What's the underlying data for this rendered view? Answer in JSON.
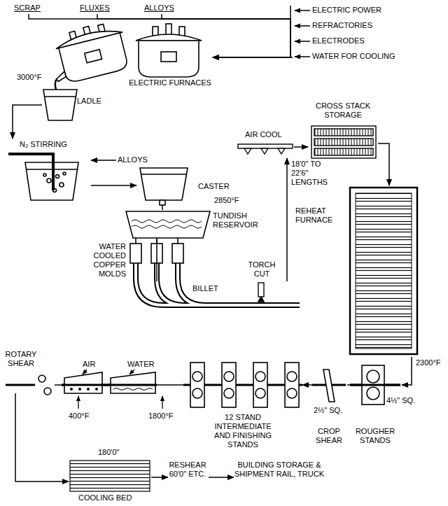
{
  "diagram": {
    "nodes": [
      {
        "text": [
          "SCRAP"
        ]
      },
      {
        "text": [
          "FLUXES"
        ]
      },
      {
        "text": [
          "ALLOYS"
        ]
      },
      {
        "text": [
          "ELECTRIC POWER",
          "REFRACTORIES",
          "ELECTRODES",
          "WATER FOR COOLING"
        ]
      },
      {
        "text": [
          "ELECTRIC FURNACES"
        ]
      },
      {
        "text": [
          "LADLE"
        ]
      },
      {
        "text": [
          "N₂ STIRRING"
        ]
      },
      {
        "text": [
          "ALLOYS"
        ]
      },
      {
        "text": [
          "CASTER"
        ]
      },
      {
        "text": [
          "TUNDISH RESERVOIR"
        ]
      },
      {
        "text": [
          "BILLET"
        ]
      },
      {
        "text": [
          "TORCH CUT"
        ]
      },
      {
        "text": [
          "AIR COOL"
        ]
      },
      {
        "text": [
          "CROSS STACK STORAGE"
        ]
      },
      {
        "text": [
          "REHEAT FURNACE"
        ]
      },
      {
        "text": [
          "ROUGHER STANDS"
        ]
      },
      {
        "text": [
          "CROP SHEAR"
        ]
      },
      {
        "text": [
          "12 STAND INTERMEDIATE AND FINISHING STANDS"
        ]
      },
      {
        "text": [
          "WATER"
        ]
      },
      {
        "text": [
          "AIR"
        ]
      },
      {
        "text": [
          "ROTARY SHEAR"
        ]
      },
      {
        "text": [
          "COOLING BED"
        ]
      },
      {
        "text": [
          "RESHEAR 60'0\" ETC."
        ]
      },
      {
        "text": [
          "BUILDING STORAGE & SHIPMENT RAIL, TRUCK"
        ]
      }
    ],
    "edges": [
      {
        "from": 0,
        "to": 4,
        "arrow": "to"
      },
      {
        "from": 1,
        "to": 4,
        "arrow": "to"
      },
      {
        "from": 2,
        "to": 4,
        "arrow": "to"
      },
      {
        "from": 3,
        "to": 4,
        "arrow": "to"
      },
      {
        "from": 4,
        "to": 5,
        "arrow": "none"
      },
      {
        "from": 5,
        "to": 6,
        "arrow": "to"
      },
      {
        "from": 6,
        "to": 8,
        "arrow": "to"
      },
      {
        "from": 7,
        "to": 6,
        "arrow": "to"
      },
      {
        "from": 8,
        "to": 9,
        "arrow": "none"
      },
      {
        "from": 9,
        "to": 10,
        "arrow": "none"
      },
      {
        "from": 10,
        "to": 12,
        "arrow": "to",
        "label": "18'0\" TO 22'6\" LENGTHS"
      },
      {
        "from": 12,
        "to": 13,
        "arrow": "to"
      },
      {
        "from": 13,
        "to": 14,
        "arrow": "to"
      },
      {
        "from": 14,
        "to": 15,
        "arrow": "to"
      },
      {
        "from": 15,
        "to": 16,
        "arrow": "none"
      },
      {
        "from": 16,
        "to": 17,
        "arrow": "to"
      },
      {
        "from": 17,
        "to": 18,
        "arrow": "none"
      },
      {
        "from": 18,
        "to": 19,
        "arrow": "none"
      },
      {
        "from": 19,
        "to": 20,
        "arrow": "none"
      },
      {
        "from": 20,
        "to": 21,
        "arrow": "to"
      },
      {
        "from": 21,
        "to": 22,
        "arrow": "to"
      },
      {
        "from": 22,
        "to": 23,
        "arrow": "to"
      }
    ],
    "labels": [
      "3000°F",
      "2850°F",
      "WATER COOLED COPPER MOLDS",
      "2300°F",
      "4½\" SQ.",
      "2½\" SQ.",
      "1800°F",
      "400°F",
      "180'0\""
    ]
  }
}
